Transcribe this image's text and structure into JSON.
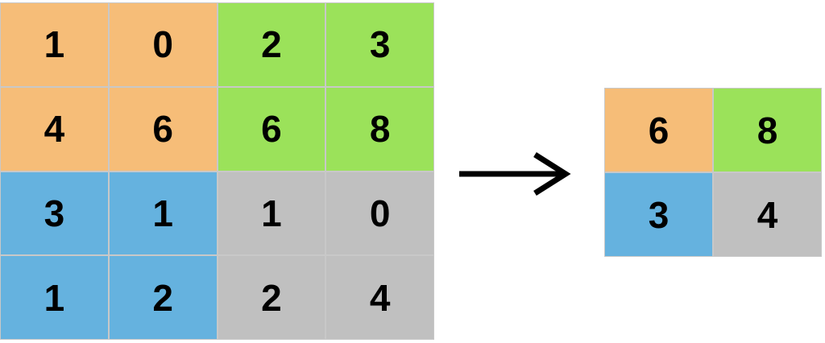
{
  "colors": {
    "orange": "#f6bd78",
    "green": "#9be25a",
    "blue": "#65b2df",
    "gray": "#c0c0c0"
  },
  "input_matrix": {
    "rows": [
      [
        "1",
        "0",
        "2",
        "3"
      ],
      [
        "4",
        "6",
        "6",
        "8"
      ],
      [
        "3",
        "1",
        "1",
        "0"
      ],
      [
        "1",
        "2",
        "2",
        "4"
      ]
    ],
    "colors": [
      [
        "orange",
        "orange",
        "green",
        "green"
      ],
      [
        "orange",
        "orange",
        "green",
        "green"
      ],
      [
        "blue",
        "blue",
        "gray",
        "gray"
      ],
      [
        "blue",
        "blue",
        "gray",
        "gray"
      ]
    ]
  },
  "output_matrix": {
    "rows": [
      [
        "6",
        "8"
      ],
      [
        "3",
        "4"
      ]
    ],
    "colors": [
      [
        "orange",
        "green"
      ],
      [
        "blue",
        "gray"
      ]
    ]
  },
  "arrow_icon": "right-arrow-icon"
}
